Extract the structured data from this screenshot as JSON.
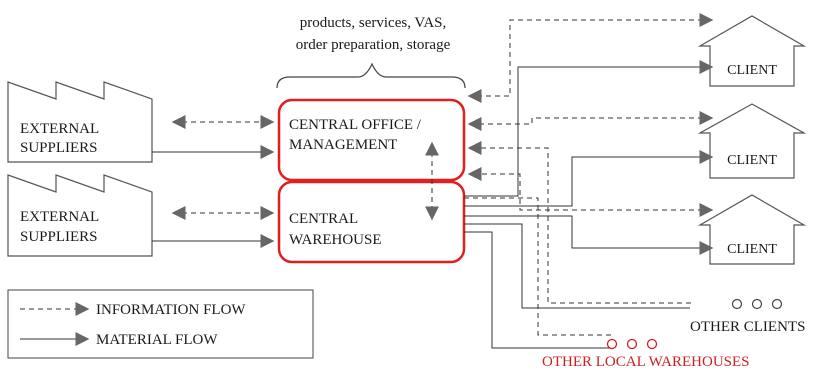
{
  "annotation": {
    "line1": "products, services, VAS,",
    "line2": "order preparation, storage"
  },
  "suppliers": [
    {
      "line1": "EXTERNAL",
      "line2": "SUPPLIERS"
    },
    {
      "line1": "EXTERNAL",
      "line2": "SUPPLIERS"
    }
  ],
  "central_office": {
    "line1": "CENTRAL OFFICE /",
    "line2": "MANAGEMENT"
  },
  "central_warehouse": {
    "line1": "CENTRAL",
    "line2": "WAREHOUSE"
  },
  "clients": [
    {
      "label": "CLIENT"
    },
    {
      "label": "CLIENT"
    },
    {
      "label": "CLIENT"
    }
  ],
  "other_clients": {
    "label": "OTHER CLIENTS"
  },
  "other_local_warehouses": {
    "label": "OTHER LOCAL WAREHOUSES"
  },
  "legend": {
    "information_flow": "INFORMATION FLOW",
    "material_flow": "MATERIAL FLOW"
  },
  "colors": {
    "hub_border": "#e02020",
    "other_warehouses": "#d42020",
    "line": "#333333",
    "arrow_fill": "#666666"
  }
}
